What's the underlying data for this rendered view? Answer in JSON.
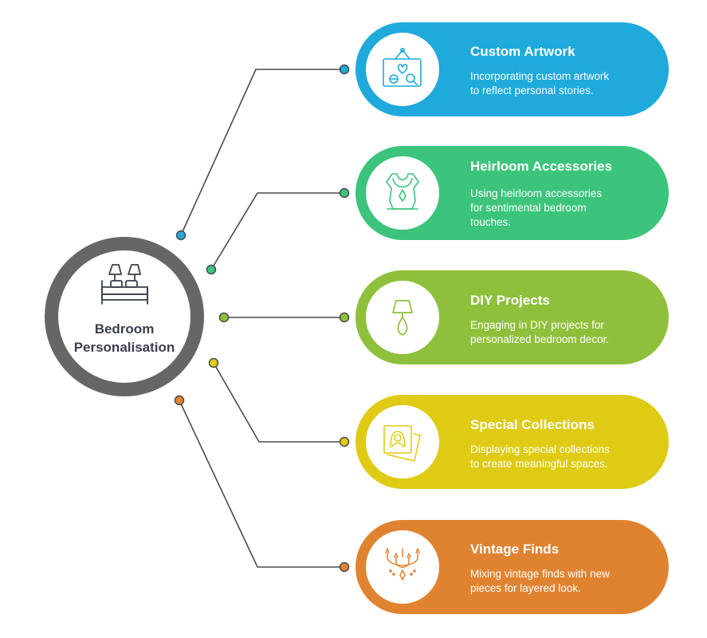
{
  "hub": {
    "title_line1": "Bedroom",
    "title_line2": "Personalisation",
    "icon": "bed-with-lamps-icon",
    "ring_color": "#666666"
  },
  "cards": [
    {
      "title": "Custom Artwork",
      "desc_line1": "Incorporating custom artwork",
      "desc_line2": "to reflect personal stories.",
      "desc_line3": "",
      "icon": "framed-artwork-icon",
      "color": "#1faadb"
    },
    {
      "title": "Heirloom Accessories",
      "desc_line1": "Using heirloom accessories",
      "desc_line2": "for sentimental bedroom",
      "desc_line3": "touches.",
      "icon": "necklace-bust-icon",
      "color": "#3cc47c"
    },
    {
      "title": "DIY Projects",
      "desc_line1": "Engaging in DIY projects for",
      "desc_line2": "personalized bedroom decor.",
      "desc_line3": "",
      "icon": "lamp-icon",
      "color": "#8fc03c"
    },
    {
      "title": "Special Collections",
      "desc_line1": "Displaying special collections",
      "desc_line2": "to create meaningful spaces.",
      "desc_line3": "",
      "icon": "photo-stack-icon",
      "color": "#dfcb14"
    },
    {
      "title": "Vintage Finds",
      "desc_line1": "Mixing vintage finds with new",
      "desc_line2": "pieces for layered look.",
      "desc_line3": "",
      "icon": "chandelier-icon",
      "color": "#e08330"
    }
  ]
}
